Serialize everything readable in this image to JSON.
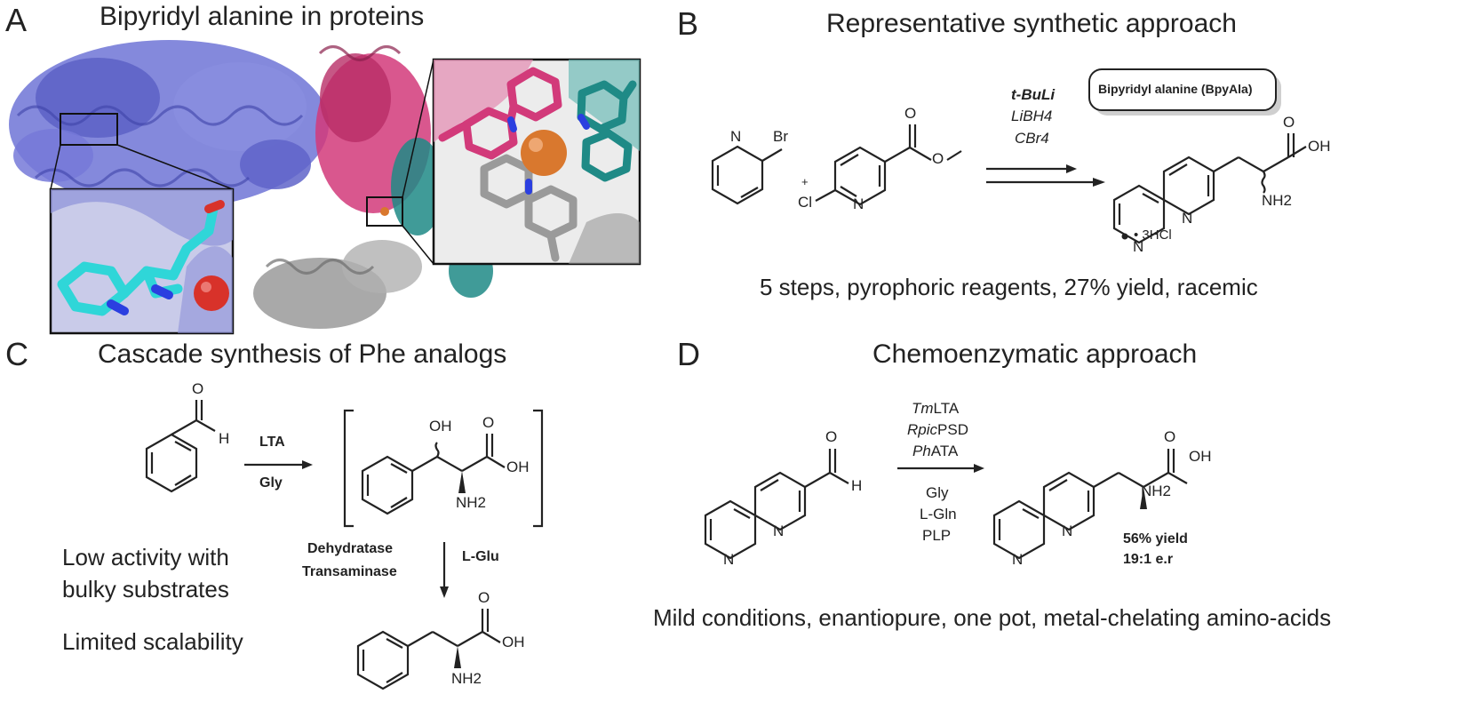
{
  "panels": {
    "a": {
      "letter": "A",
      "title": "Bipyridyl alanine in proteins"
    },
    "b": {
      "letter": "B",
      "title": "Representative synthetic approach",
      "reagents": [
        "t-BuLi",
        "LiBH4",
        "CBr4"
      ],
      "badge": "Bipyridyl alanine (BpyAla)",
      "salt": "• 3HCl",
      "summary": "5 steps, pyrophoric reagents, 27% yield, racemic",
      "atoms": {
        "n": "N",
        "br": "Br",
        "cl": "Cl",
        "o": "O",
        "oh": "OH",
        "nh2": "NH2",
        "plus": "+"
      }
    },
    "c": {
      "letter": "C",
      "title": "Cascade synthesis of Phe analogs",
      "enzyme_top": "LTA",
      "cosub_top": "Gly",
      "enzymes_bottom": [
        "Dehydratase",
        "Transaminase"
      ],
      "cosub_bottom": "L-Glu",
      "notes": [
        "Low activity with",
        "bulky substrates",
        "Limited scalability"
      ],
      "atoms": {
        "o": "O",
        "h": "H",
        "oh": "OH",
        "nh2": "NH2"
      }
    },
    "d": {
      "letter": "D",
      "title": "Chemoenzymatic approach",
      "enzymes": [
        {
          "italic": "Tm",
          "rest": "LTA"
        },
        {
          "italic": "Rpic",
          "rest": "PSD"
        },
        {
          "italic": "Ph",
          "rest": "ATA"
        }
      ],
      "cosubstrates": [
        "Gly",
        "L-Gln",
        "PLP"
      ],
      "yield": "56% yield",
      "er": "19:1 e.r",
      "summary": "Mild conditions, enantiopure, one pot, metal-chelating amino-acids",
      "atoms": {
        "o": "O",
        "h": "H",
        "n": "N",
        "oh": "OH",
        "nh2": "NH2"
      }
    }
  },
  "colors": {
    "protein_blue": "#6f74d6",
    "protein_magenta": "#d23a7a",
    "protein_teal": "#1f8a86",
    "protein_gray": "#9a9a9a",
    "ligand_cyan": "#2fd6d8",
    "metal_red": "#d8322a",
    "metal_orange": "#d9782e",
    "nitrogen_blue": "#2b3fe0"
  }
}
